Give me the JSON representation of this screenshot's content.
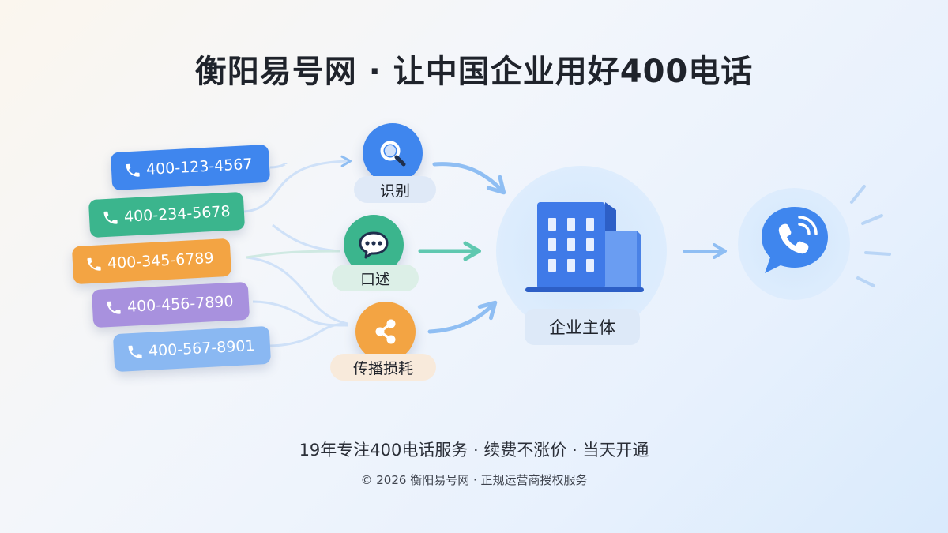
{
  "title": "衡阳易号网 · 让中国企业用好400电话",
  "phone_numbers": [
    {
      "number": "400-123-4567",
      "color": "#3f86ee"
    },
    {
      "number": "400-234-5678",
      "color": "#3bb58d"
    },
    {
      "number": "400-345-6789",
      "color": "#f3a443"
    },
    {
      "number": "400-456-7890",
      "color": "#a891de"
    },
    {
      "number": "400-567-8901",
      "color": "#8ab8f2"
    }
  ],
  "steps": [
    {
      "label": "识别",
      "icon": "search-icon",
      "color": "#3f86ee",
      "label_bg": "#dfe9f7"
    },
    {
      "label": "口述",
      "icon": "chat-bubble-icon",
      "color": "#3bb58d",
      "label_bg": "#dcefe7"
    },
    {
      "label": "传播损耗",
      "icon": "share-icon",
      "color": "#f3a443",
      "label_bg": "#f8eadb"
    }
  ],
  "entity": {
    "label": "企业主体",
    "icon": "office-building-icon",
    "color": "#3f7ae8"
  },
  "endpoint": {
    "icon": "phone-call-bubble-icon",
    "color": "#3f86ee"
  },
  "subtitle": "19年专注400电话服务 · 续费不涨价 · 当天开通",
  "copyright": "© 2026 衡阳易号网 · 正规运营商授权服务"
}
